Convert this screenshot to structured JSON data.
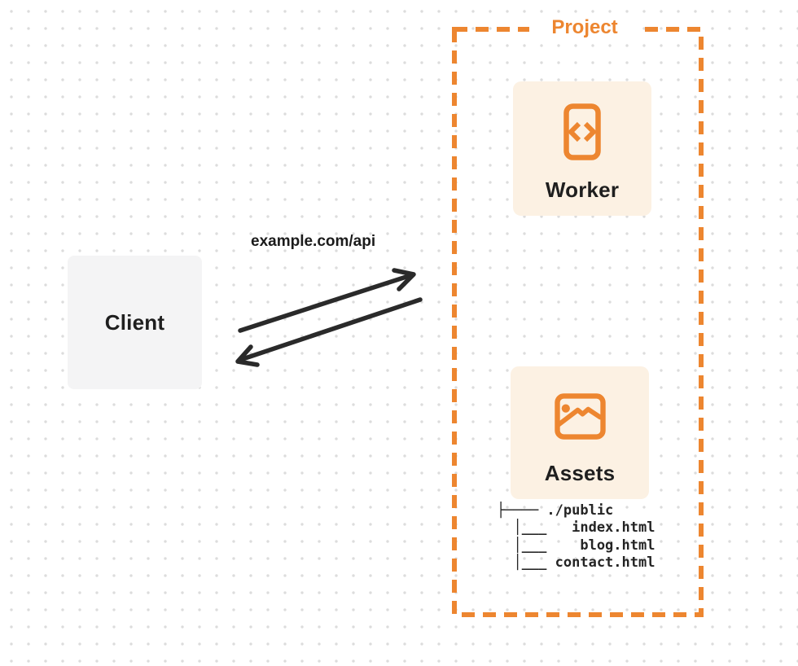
{
  "diagram": {
    "client": {
      "label": "Client"
    },
    "connection": {
      "url_label": "example.com/api",
      "request_arrow": "arrow-to-project",
      "response_arrow": "arrow-to-client"
    },
    "project": {
      "label": "Project",
      "worker": {
        "label": "Worker",
        "icon": "code-file-icon"
      },
      "assets": {
        "label": "Assets",
        "icon": "image-icon"
      },
      "file_tree": [
        "├──── ./public",
        "  │___   index.html",
        "  │___    blog.html",
        "  │___ contact.html"
      ]
    },
    "colors": {
      "accent_orange": "#ED8630",
      "node_fill_cream": "#FCF1E3",
      "client_fill_gray": "#F4F4F5",
      "ink": "#1F1F1F",
      "dot_grid": "#DCDCDC",
      "arrow": "#2A2A2A"
    }
  }
}
